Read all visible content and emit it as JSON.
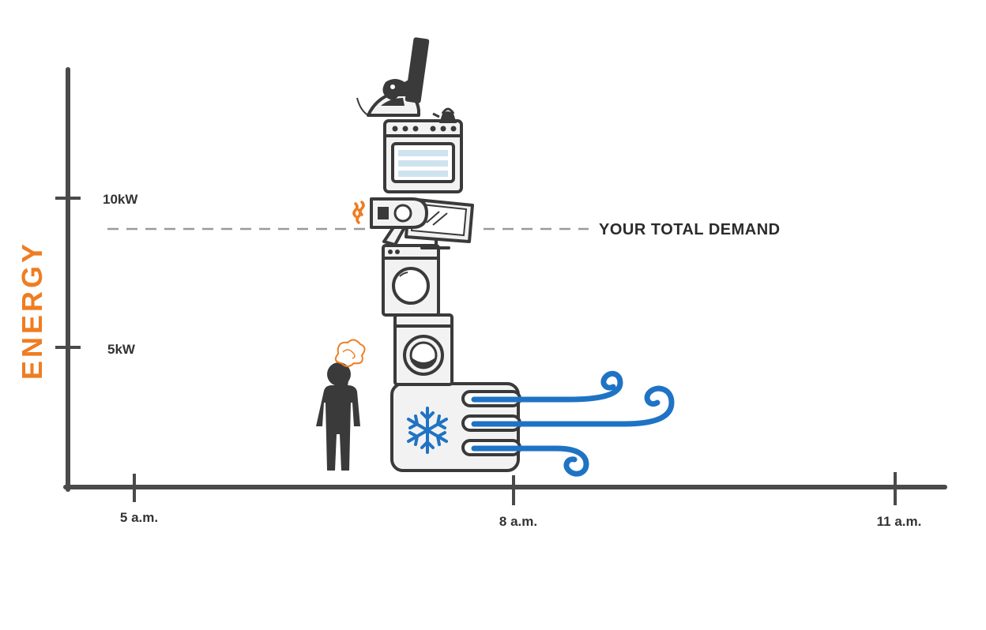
{
  "axes": {
    "y_title": "ENERGY",
    "y_ticks": [
      {
        "label": "10kW",
        "value": 10
      },
      {
        "label": "5kW",
        "value": 5
      }
    ],
    "x_ticks": [
      {
        "label": "5 a.m."
      },
      {
        "label": "8 a.m."
      },
      {
        "label": "11 a.m."
      }
    ]
  },
  "demand": {
    "label": "YOUR TOTAL DEMAND"
  },
  "colors": {
    "axis": "#4a4a4a",
    "accent_orange": "#ef7d22",
    "wind_blue": "#1f73c4",
    "ink": "#3a3a3a"
  },
  "icons": [
    "game-controller-icon",
    "clothes-iron-icon",
    "kettle-icon",
    "oven-icon",
    "hair-dryer-icon",
    "television-icon",
    "dryer-icon",
    "washing-machine-icon",
    "air-conditioner-icon",
    "snowflake-icon",
    "wind-icon",
    "worried-person-icon"
  ]
}
